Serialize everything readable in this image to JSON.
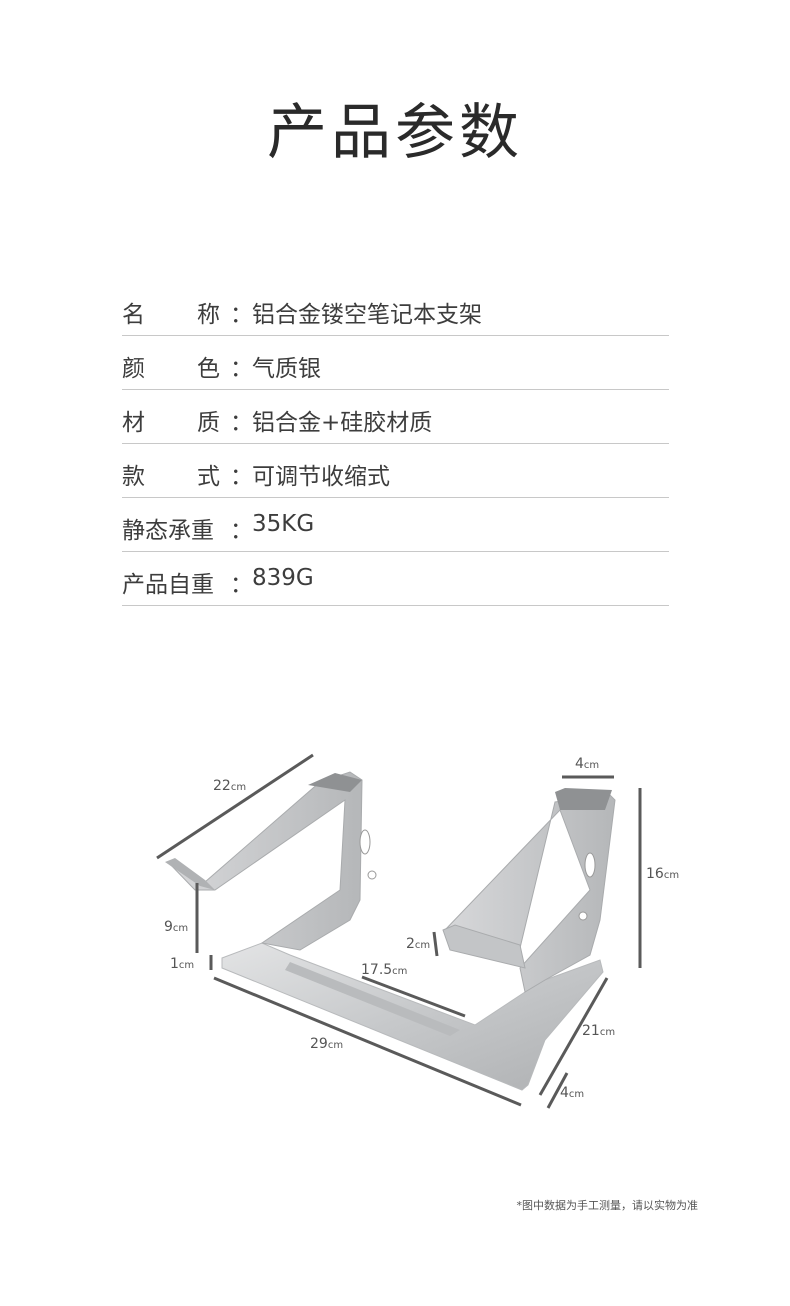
{
  "page_title": "产品参数",
  "specs": [
    {
      "label_a": "名",
      "label_b": "称",
      "value": "铝合金镂空笔记本支架"
    },
    {
      "label_a": "颜",
      "label_b": "色",
      "value": "气质银"
    },
    {
      "label_a": "材",
      "label_b": "质",
      "value": "铝合金+硅胶材质"
    },
    {
      "label_a": "款",
      "label_b": "式",
      "value": "可调节收缩式"
    },
    {
      "label_full": "静态承重",
      "value": "35KG"
    },
    {
      "label_full": "产品自重",
      "value": "839G"
    }
  ],
  "colon": "：",
  "dimensions": {
    "d22": "22",
    "d4top": "4",
    "d16": "16",
    "d9": "9",
    "d2": "2",
    "d1": "1",
    "d175": "17.5",
    "d21": "21",
    "d29": "29",
    "d4bot": "4",
    "unit": "cm"
  },
  "footnote": "*图中数据为手工测量，请以实物为准",
  "colors": {
    "line": "#c8c8c8",
    "dim_line": "#555555",
    "metal": "#c9cbcd",
    "metal_dark": "#a9abad"
  }
}
